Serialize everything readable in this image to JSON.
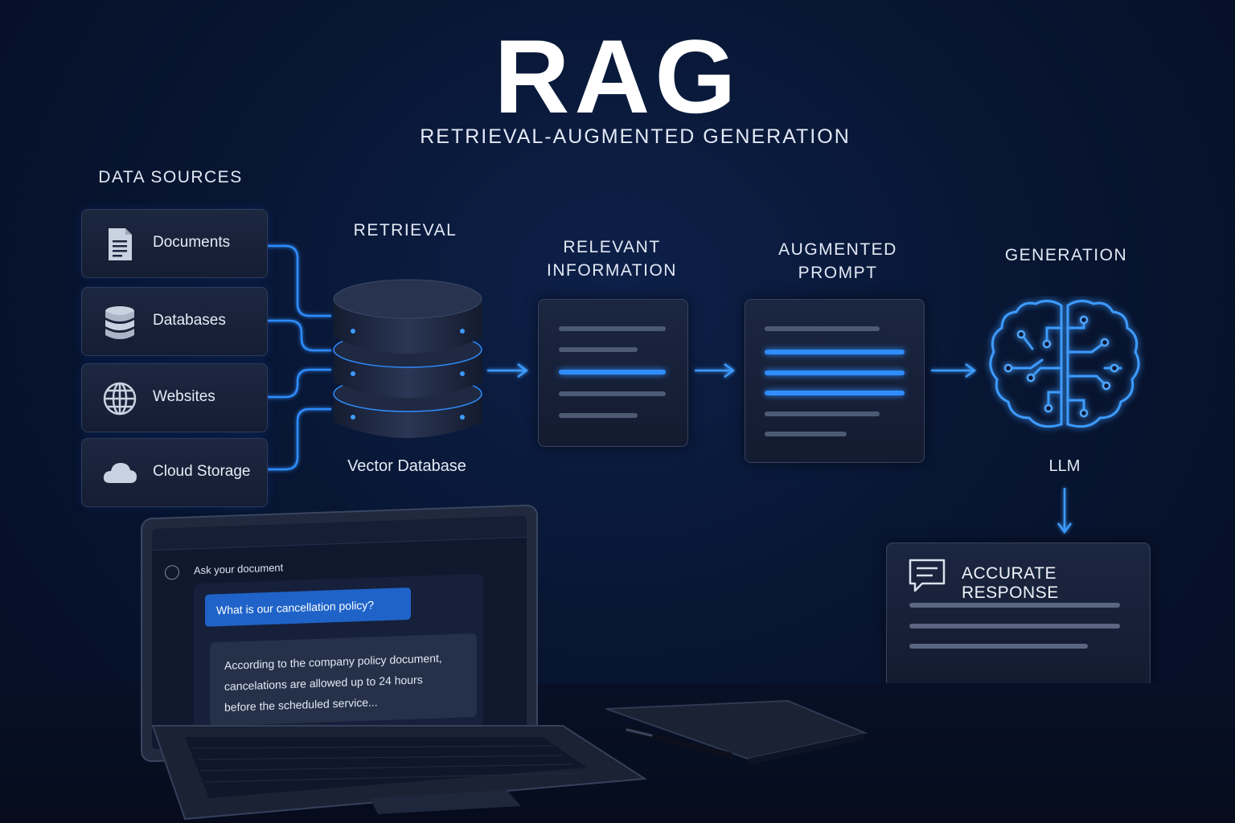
{
  "title": "RAG",
  "subtitle": "RETRIEVAL-AUGMENTED GENERATION",
  "data_sources": {
    "heading": "DATA SOURCES",
    "items": [
      {
        "label": "Documents",
        "icon": "document-icon"
      },
      {
        "label": "Databases",
        "icon": "database-icon"
      },
      {
        "label": "Websites",
        "icon": "globe-icon"
      },
      {
        "label": "Cloud Storage",
        "icon": "cloud-icon"
      }
    ]
  },
  "retrieval": {
    "heading": "RETRIEVAL",
    "caption": "Vector Database"
  },
  "relevant_info": {
    "heading_line1": "RELEVANT",
    "heading_line2": "INFORMATION"
  },
  "augmented_prompt": {
    "heading_line1": "AUGMENTED",
    "heading_line2": "PROMPT"
  },
  "generation": {
    "heading": "GENERATION",
    "caption": "LLM",
    "icon": "brain-circuit-icon"
  },
  "response": {
    "label": "ACCURATE RESPONSE",
    "icon": "chat-bubble-icon"
  },
  "laptop": {
    "header": "Ask your document",
    "question": "What is our cancellation policy?",
    "answer_line1": "According to the company policy document,",
    "answer_line2": "cancelations are allowed up to 24 hours",
    "answer_line3": "before the scheduled service..."
  },
  "colors": {
    "accent": "#2f8dff",
    "background": "#081633",
    "panel": "#1b2640"
  }
}
